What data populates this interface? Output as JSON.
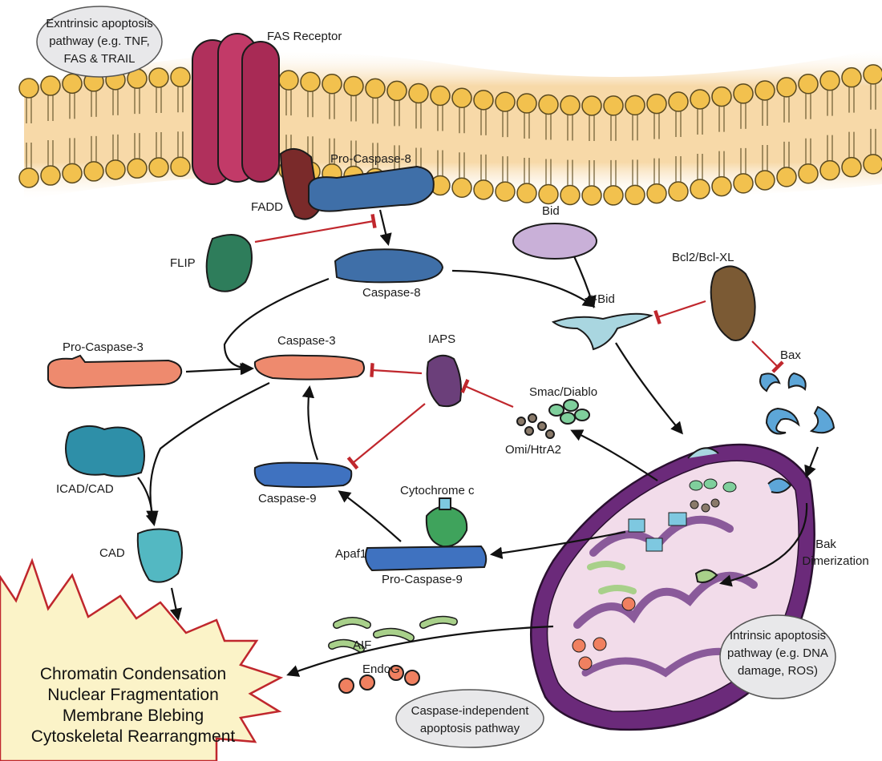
{
  "labels": {
    "extrinsic": [
      "Exntrinsic apoptosis",
      "pathway (e.g. TNF,",
      "FAS & TRAIL"
    ],
    "fas_receptor": "FAS Receptor",
    "pro_caspase_8": "Pro-Caspase-8",
    "fadd": "FADD",
    "flip": "FLIP",
    "caspase_8": "Caspase-8",
    "bid": "Bid",
    "bcl2": "Bcl2/Bcl-XL",
    "t_bid": "t-Bid",
    "bax": "Bax",
    "pro_caspase_3": "Pro-Caspase-3",
    "caspase_3": "Caspase-3",
    "iaps": "IAPS",
    "smac": "Smac/Diablo",
    "omi": "Omi/HtrA2",
    "icad_cad": "ICAD/CAD",
    "caspase_9": "Caspase-9",
    "cytochrome_c": "Cytochrome c",
    "apaf1": "Apaf1",
    "pro_caspase_9": "Pro-Caspase-9",
    "cad": "CAD",
    "bak": [
      "Bak",
      "Dimerization"
    ],
    "aif": "AIF",
    "endog": "EndoG",
    "intrinsic": [
      "Intrinsic apoptosis",
      "pathway (e.g. DNA",
      "damage, ROS)"
    ],
    "caspase_independent": [
      "Caspase-independent",
      "apoptosis pathway"
    ]
  },
  "outcomes": [
    "Chromatin Condensation",
    "Nuclear Fragmentation",
    "Membrane Blebing",
    "Cytoskeletal Rearrangment"
  ],
  "colors": {
    "membrane_head": "#f2c14e",
    "membrane_band": "#f7d9a8",
    "fas_receptor": "#b0305c",
    "fadd": "#7a2a2a",
    "caspase_8": "#3f6fa8",
    "flip": "#2e7d5b",
    "bid": "#c9b0d8",
    "t_bid": "#a9d6e0",
    "bcl2": "#7b5a34",
    "bax": "#5da6d8",
    "caspase_3": "#ee8a6e",
    "iaps": "#6b3f7a",
    "smac": "#7fcf9c",
    "omi": "#8a7a6a",
    "icad": "#2e8fa8",
    "cad": "#53b8c2",
    "caspase_9": "#3f72c0",
    "cytochrome": "#3fa35c",
    "mito_outer": "#6b2a7a",
    "mito_inner": "#f2dcea",
    "burst": "#fbf3c8",
    "burst_stroke": "#c0272d",
    "inhibition": "#c0272d"
  }
}
